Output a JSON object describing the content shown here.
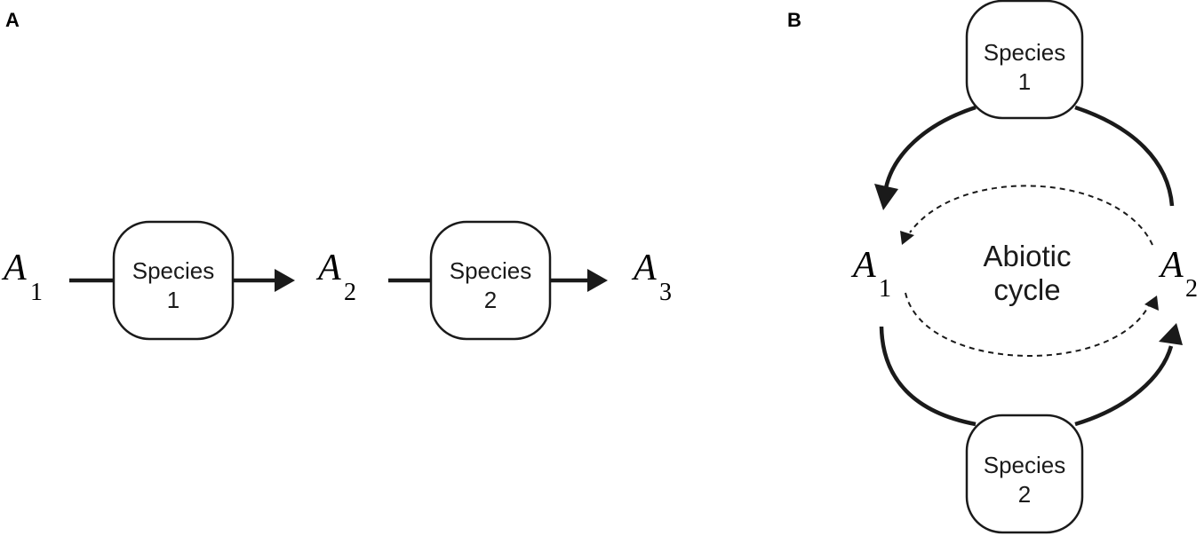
{
  "panel_a": {
    "label": "A",
    "nodes": {
      "a1": {
        "main": "A",
        "sub": "1"
      },
      "a2": {
        "main": "A",
        "sub": "2"
      },
      "a3": {
        "main": "A",
        "sub": "3"
      }
    },
    "species_1": {
      "line1": "Species",
      "line2": "1"
    },
    "species_2": {
      "line1": "Species",
      "line2": "2"
    }
  },
  "panel_b": {
    "label": "B",
    "nodes": {
      "a1": {
        "main": "A",
        "sub": "1"
      },
      "a2": {
        "main": "A",
        "sub": "2"
      }
    },
    "species_1": {
      "line1": "Species",
      "line2": "1"
    },
    "species_2": {
      "line1": "Species",
      "line2": "2"
    },
    "center": {
      "line1": "Abiotic",
      "line2": "cycle"
    }
  },
  "colors": {
    "ink": "#1a1a1a",
    "background": "#ffffff"
  }
}
